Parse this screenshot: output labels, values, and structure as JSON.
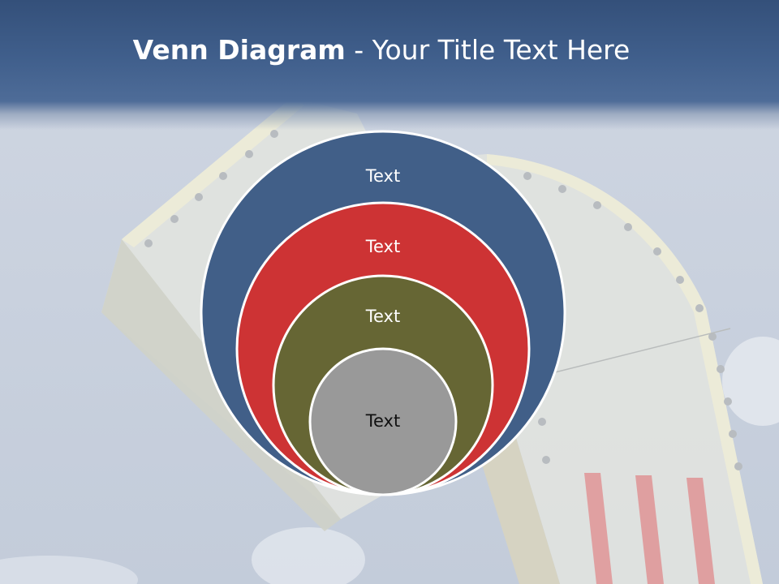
{
  "slide": {
    "title_bold": "Venn Diagram",
    "title_rest": " - Your Title Text Here"
  },
  "diagram": {
    "type": "nested-circles",
    "circles": [
      {
        "label": "Text",
        "color": "#415f88",
        "text_color": "#ffffff"
      },
      {
        "label": "Text",
        "color": "#cd3334",
        "text_color": "#ffffff"
      },
      {
        "label": "Text",
        "color": "#666634",
        "text_color": "#ffffff"
      },
      {
        "label": "Text",
        "color": "#999999",
        "text_color": "#111111"
      }
    ]
  },
  "colors": {
    "title_band": "#3e5d8a",
    "sky": "#c9d1de",
    "stripe": "#e08a8c"
  }
}
